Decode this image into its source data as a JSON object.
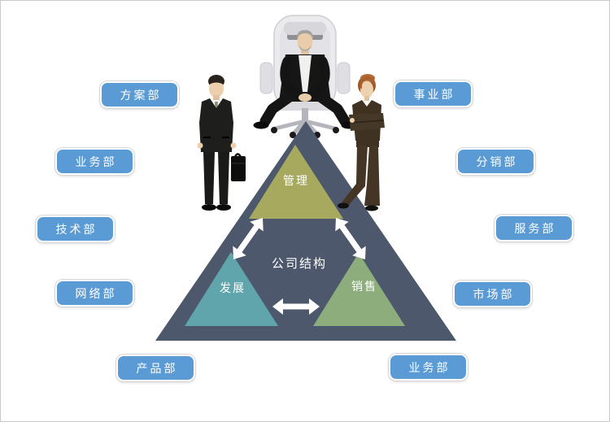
{
  "colors": {
    "pyramid": "#4d586d",
    "management_triangle": "#a7aa5e",
    "development_triangle": "#60a5ab",
    "sales_triangle": "#8ead7c",
    "arrow": "#ffffff",
    "button_fill": "#5b9bd5",
    "button_text": "#ffffff"
  },
  "pyramid": {
    "center_label": "公司结构",
    "top_label": "管理",
    "left_label": "发展",
    "right_label": "销售"
  },
  "departments": [
    {
      "label": "方案部"
    },
    {
      "label": "业务部"
    },
    {
      "label": "技术部"
    },
    {
      "label": "网络部"
    },
    {
      "label": "产品部"
    },
    {
      "label": "事业部"
    },
    {
      "label": "分销部"
    },
    {
      "label": "服务部"
    },
    {
      "label": "市场部"
    },
    {
      "label": "业务部"
    }
  ],
  "illustrations": [
    "executive-in-chair",
    "businessman-with-briefcase",
    "businesswoman-arms-crossed"
  ]
}
